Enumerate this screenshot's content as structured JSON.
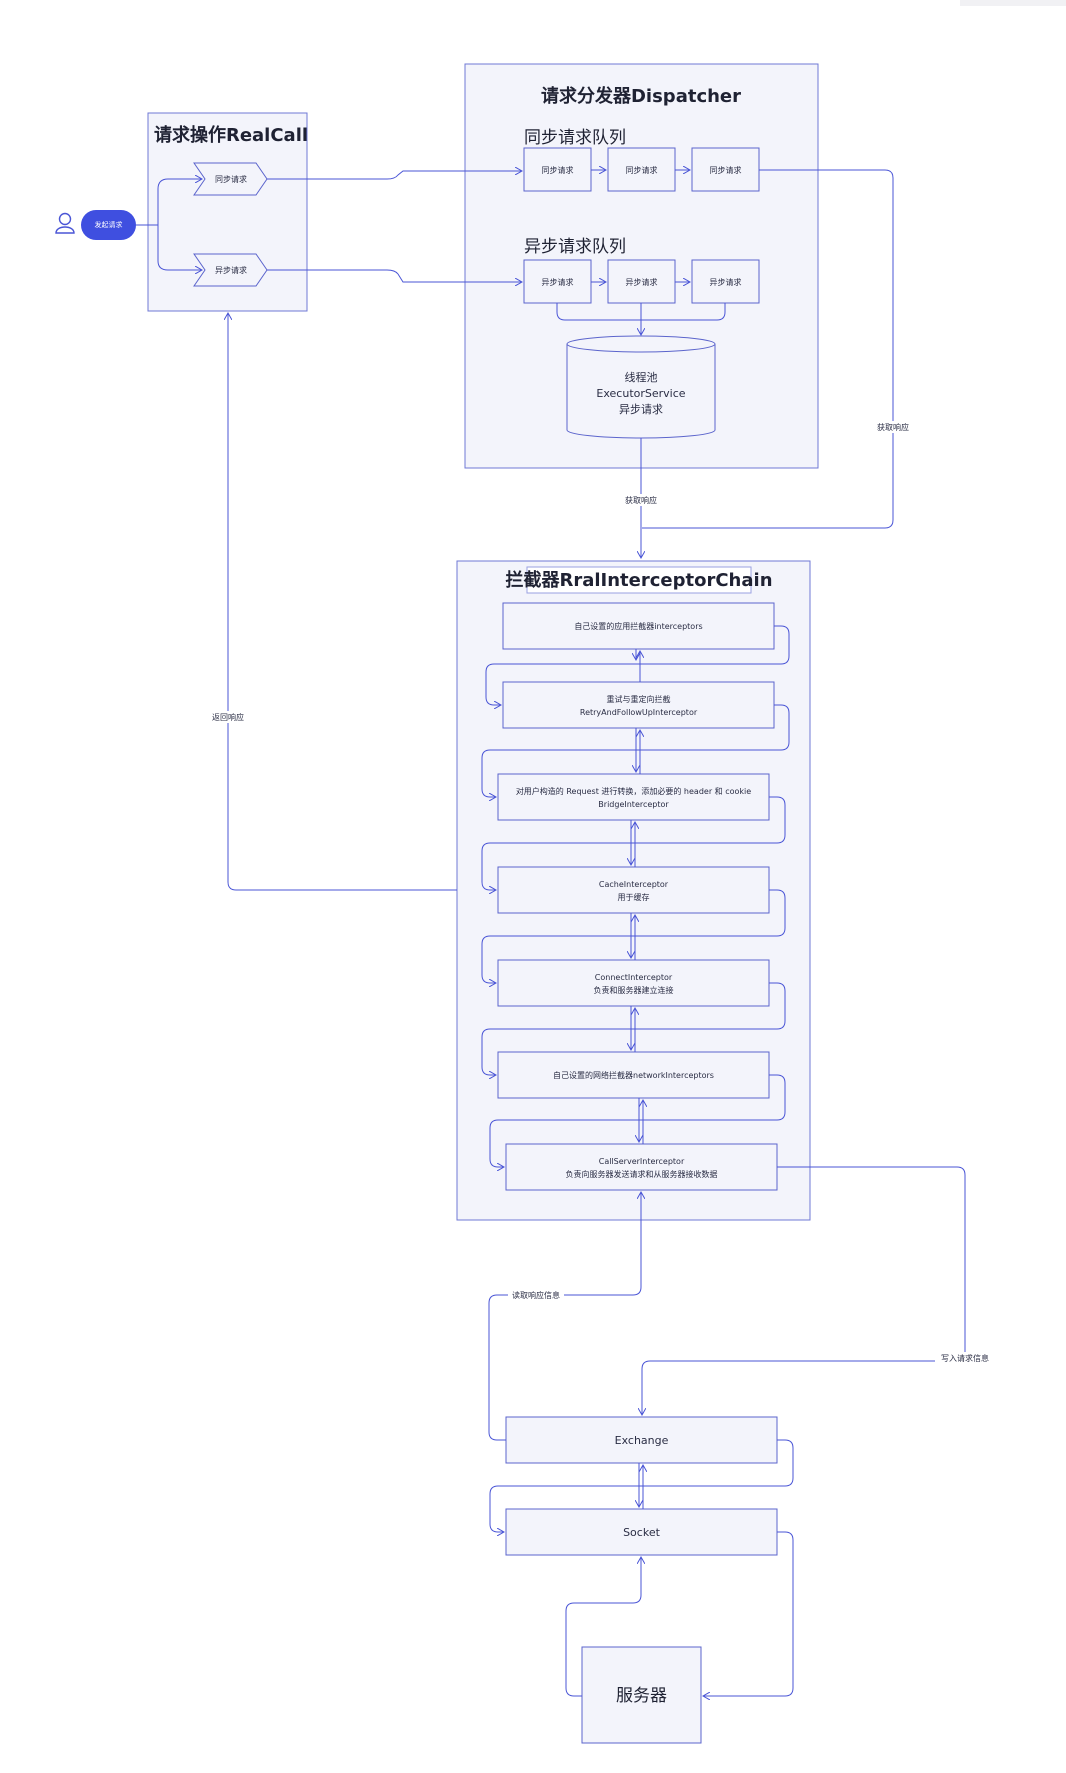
{
  "user_button": {
    "label": "发起请求"
  },
  "realcall": {
    "title": "请求操作RealCall",
    "sync_label": "同步请求",
    "async_label": "异步请求"
  },
  "dispatcher": {
    "title": "请求分发器Dispatcher",
    "sync_queue_title": "同步请求队列",
    "async_queue_title": "异步请求队列",
    "sync_items": [
      "同步请求",
      "同步请求",
      "同步请求"
    ],
    "async_items": [
      "异步请求",
      "异步请求",
      "异步请求"
    ],
    "pool": [
      "线程池",
      "ExecutorService",
      "异步请求"
    ]
  },
  "edges": {
    "get_response_right": "获取响应",
    "get_response_center": "获取响应",
    "return_response": "返回响应",
    "read_response": "读取响应信息",
    "write_request": "写入请求信息"
  },
  "chain": {
    "title": "拦截器RralInterceptorChain",
    "items": [
      [
        "自己设置的应用拦截器interceptors"
      ],
      [
        "重试与重定向拦截",
        "RetryAndFollowUpInterceptor"
      ],
      [
        "对用户构造的 Request 进行转换，添加必要的 header 和 cookie",
        "BridgeInterceptor"
      ],
      [
        "CacheInterceptor",
        "用于缓存"
      ],
      [
        "ConnectInterceptor",
        "负责和服务器建立连接"
      ],
      [
        "自己设置的网络拦截器networkInterceptors"
      ],
      [
        "CallServerInterceptor",
        "负责向服务器发送请求和从服务器接收数据"
      ]
    ]
  },
  "exchange": {
    "label": "Exchange"
  },
  "socket": {
    "label": "Socket"
  },
  "server": {
    "label": "服务器"
  },
  "colors": {
    "accent": "#4a55d6",
    "panel": "#f3f4fb",
    "button": "#3f4fe0"
  }
}
